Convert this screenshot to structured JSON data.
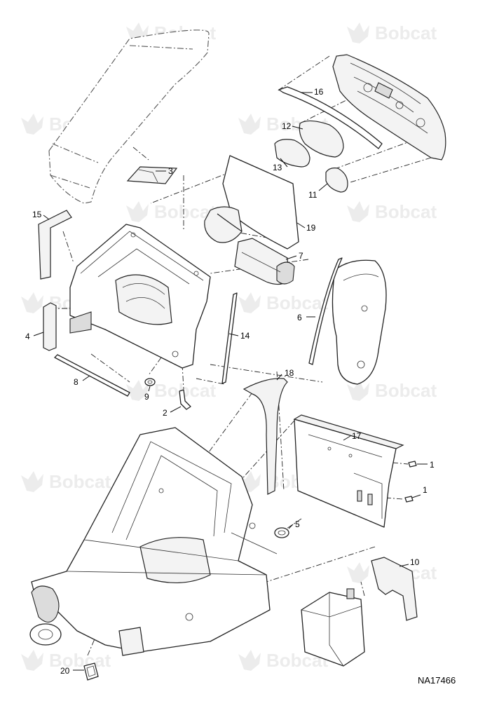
{
  "watermark": {
    "brand": "Bobcat"
  },
  "drawing_code": "NA17466",
  "callouts": [
    {
      "id": "c1a",
      "label": "1"
    },
    {
      "id": "c1b",
      "label": "1"
    },
    {
      "id": "c2",
      "label": "2"
    },
    {
      "id": "c3",
      "label": "3"
    },
    {
      "id": "c4",
      "label": "4"
    },
    {
      "id": "c5",
      "label": "5"
    },
    {
      "id": "c6",
      "label": "6"
    },
    {
      "id": "c7",
      "label": "7"
    },
    {
      "id": "c8",
      "label": "8"
    },
    {
      "id": "c9",
      "label": "9"
    },
    {
      "id": "c10",
      "label": "10"
    },
    {
      "id": "c11",
      "label": "11"
    },
    {
      "id": "c12",
      "label": "12"
    },
    {
      "id": "c13",
      "label": "13"
    },
    {
      "id": "c14",
      "label": "14"
    },
    {
      "id": "c15",
      "label": "15"
    },
    {
      "id": "c16",
      "label": "16"
    },
    {
      "id": "c17",
      "label": "17"
    },
    {
      "id": "c18",
      "label": "18"
    },
    {
      "id": "c19",
      "label": "19"
    },
    {
      "id": "c20",
      "label": "20"
    }
  ]
}
